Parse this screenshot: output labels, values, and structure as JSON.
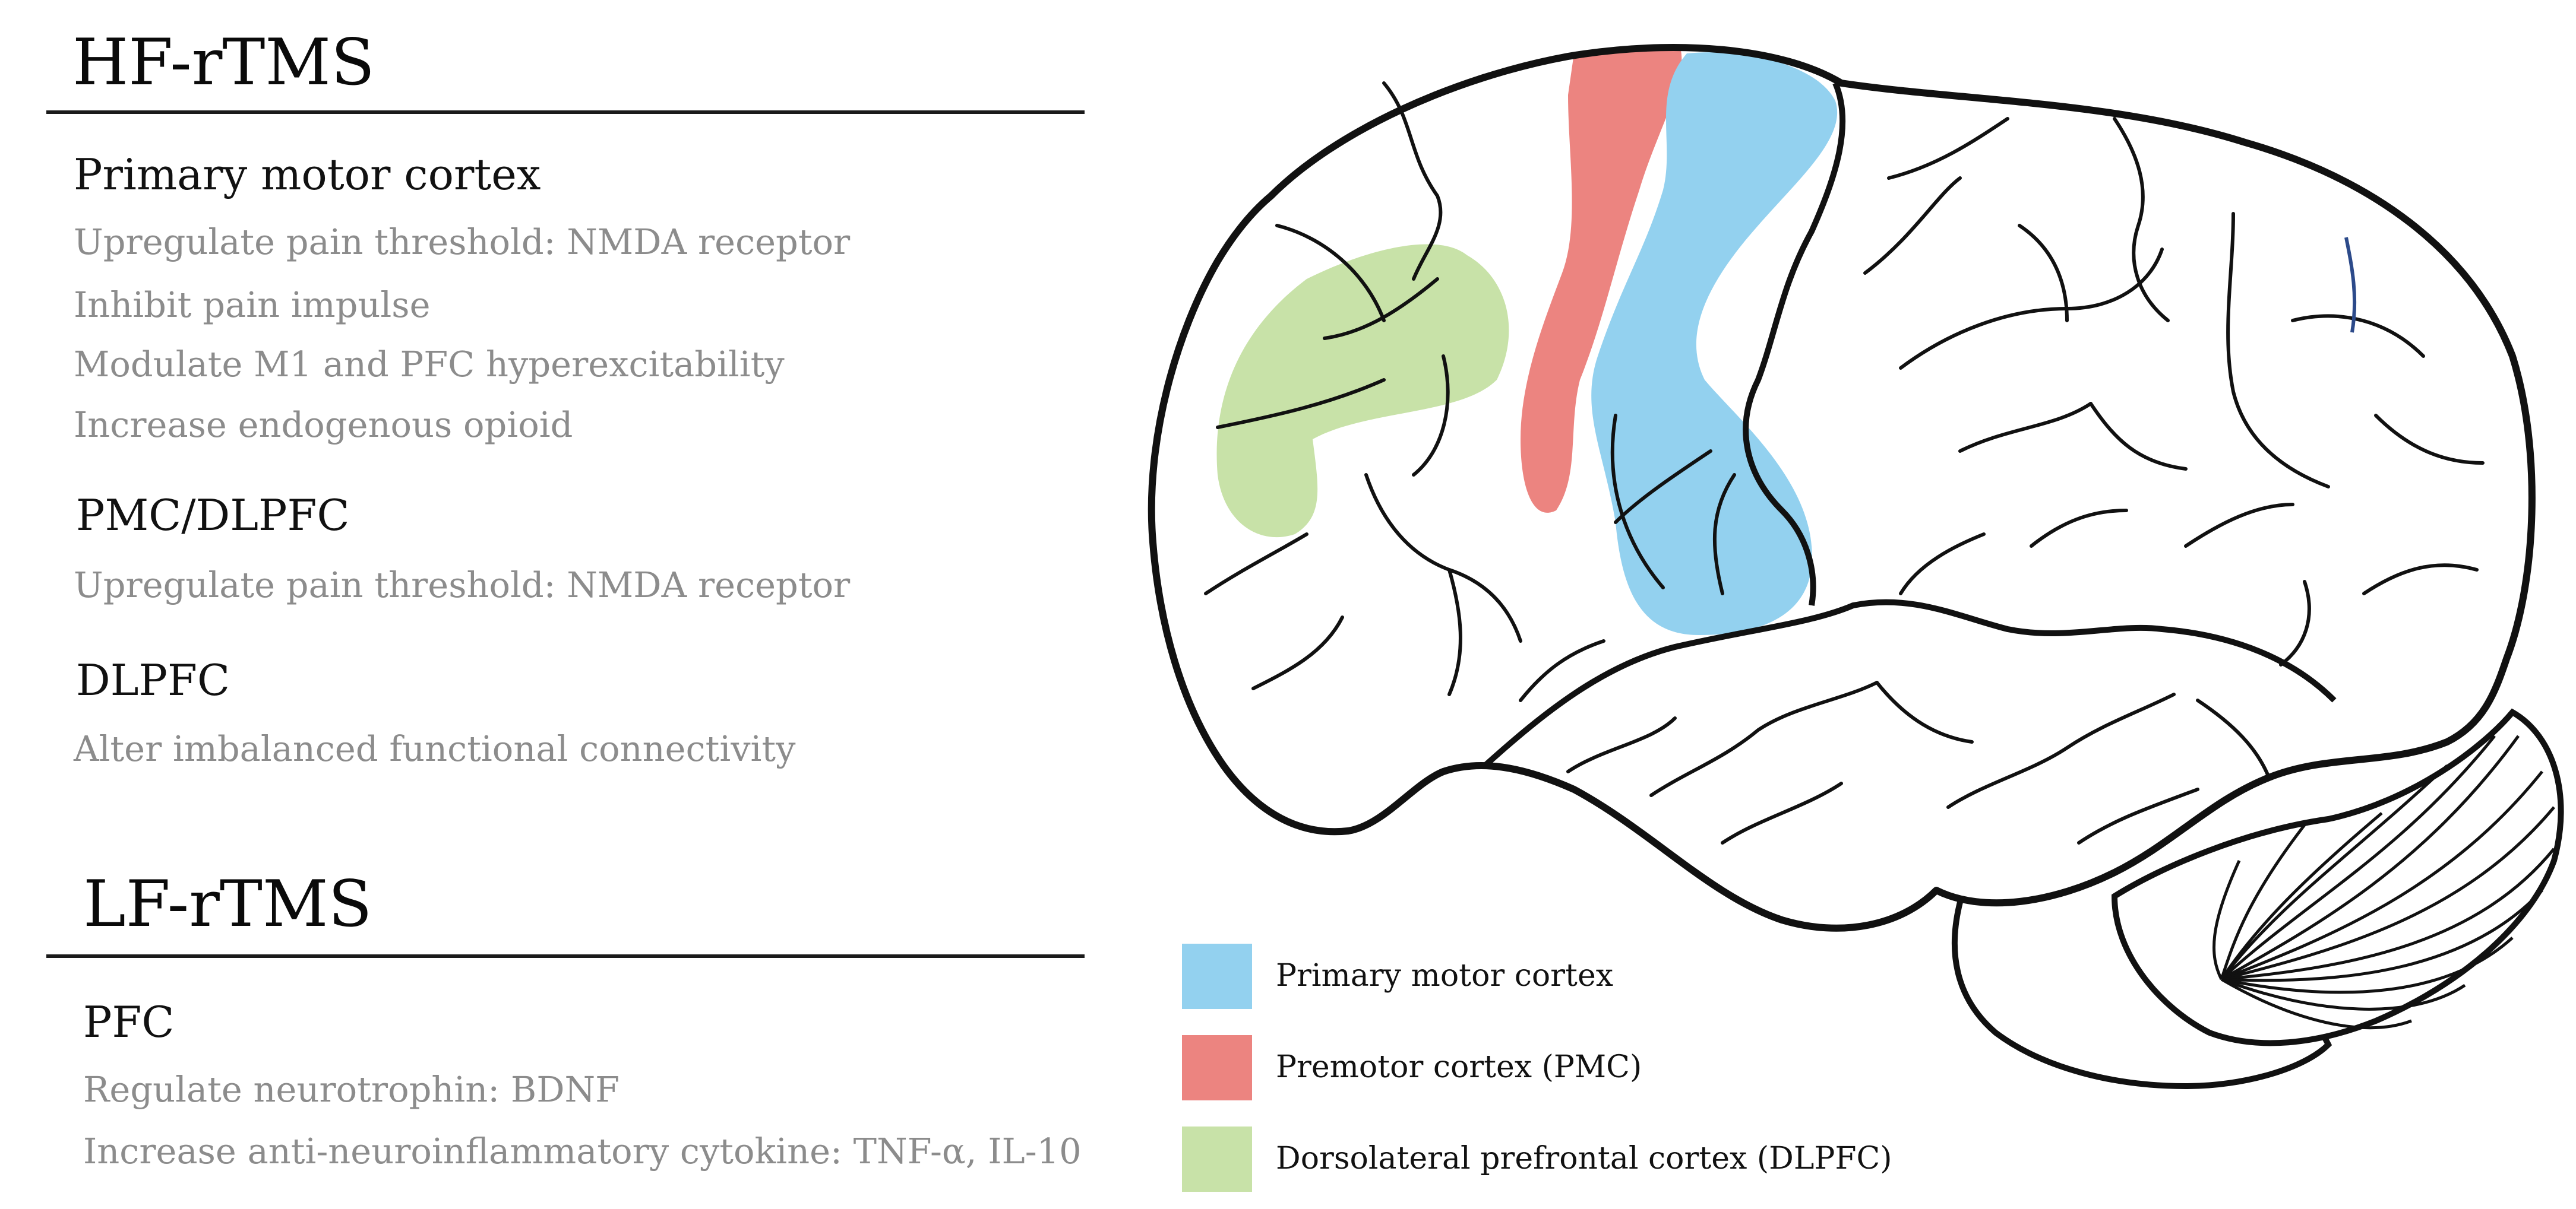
{
  "hf": {
    "title": "HF-rTMS",
    "groups": [
      {
        "heading": "Primary motor cortex",
        "lines": [
          "Upregulate pain threshold: NMDA receptor",
          "Inhibit pain impulse",
          "Modulate M1 and PFC hyperexcitability",
          "Increase endogenous opioid"
        ]
      },
      {
        "heading": "PMC/DLPFC",
        "lines": [
          "Upregulate pain threshold: NMDA receptor"
        ]
      },
      {
        "heading": "DLPFC",
        "lines": [
          "Alter imbalanced functional connectivity"
        ]
      }
    ]
  },
  "lf": {
    "title": "LF-rTMS",
    "groups": [
      {
        "heading": "PFC",
        "lines": [
          "Regulate neurotrophin: BDNF",
          "Increase anti-neuroinflammatory cytokine: TNF-α, IL-10"
        ]
      }
    ]
  },
  "legend": [
    {
      "label": "Primary motor cortex",
      "color": "#93d1ef"
    },
    {
      "label": "Premotor cortex (PMC)",
      "color": "#ec8480"
    },
    {
      "label": "Dorsolateral prefrontal cortex (DLPFC)",
      "color": "#c8e2a8"
    }
  ],
  "colors": {
    "motor": "#93d1ef",
    "premotor": "#ec8480",
    "dlpfc": "#c8e2a8",
    "outline": "#111111",
    "text_muted": "#8c8c8c"
  }
}
